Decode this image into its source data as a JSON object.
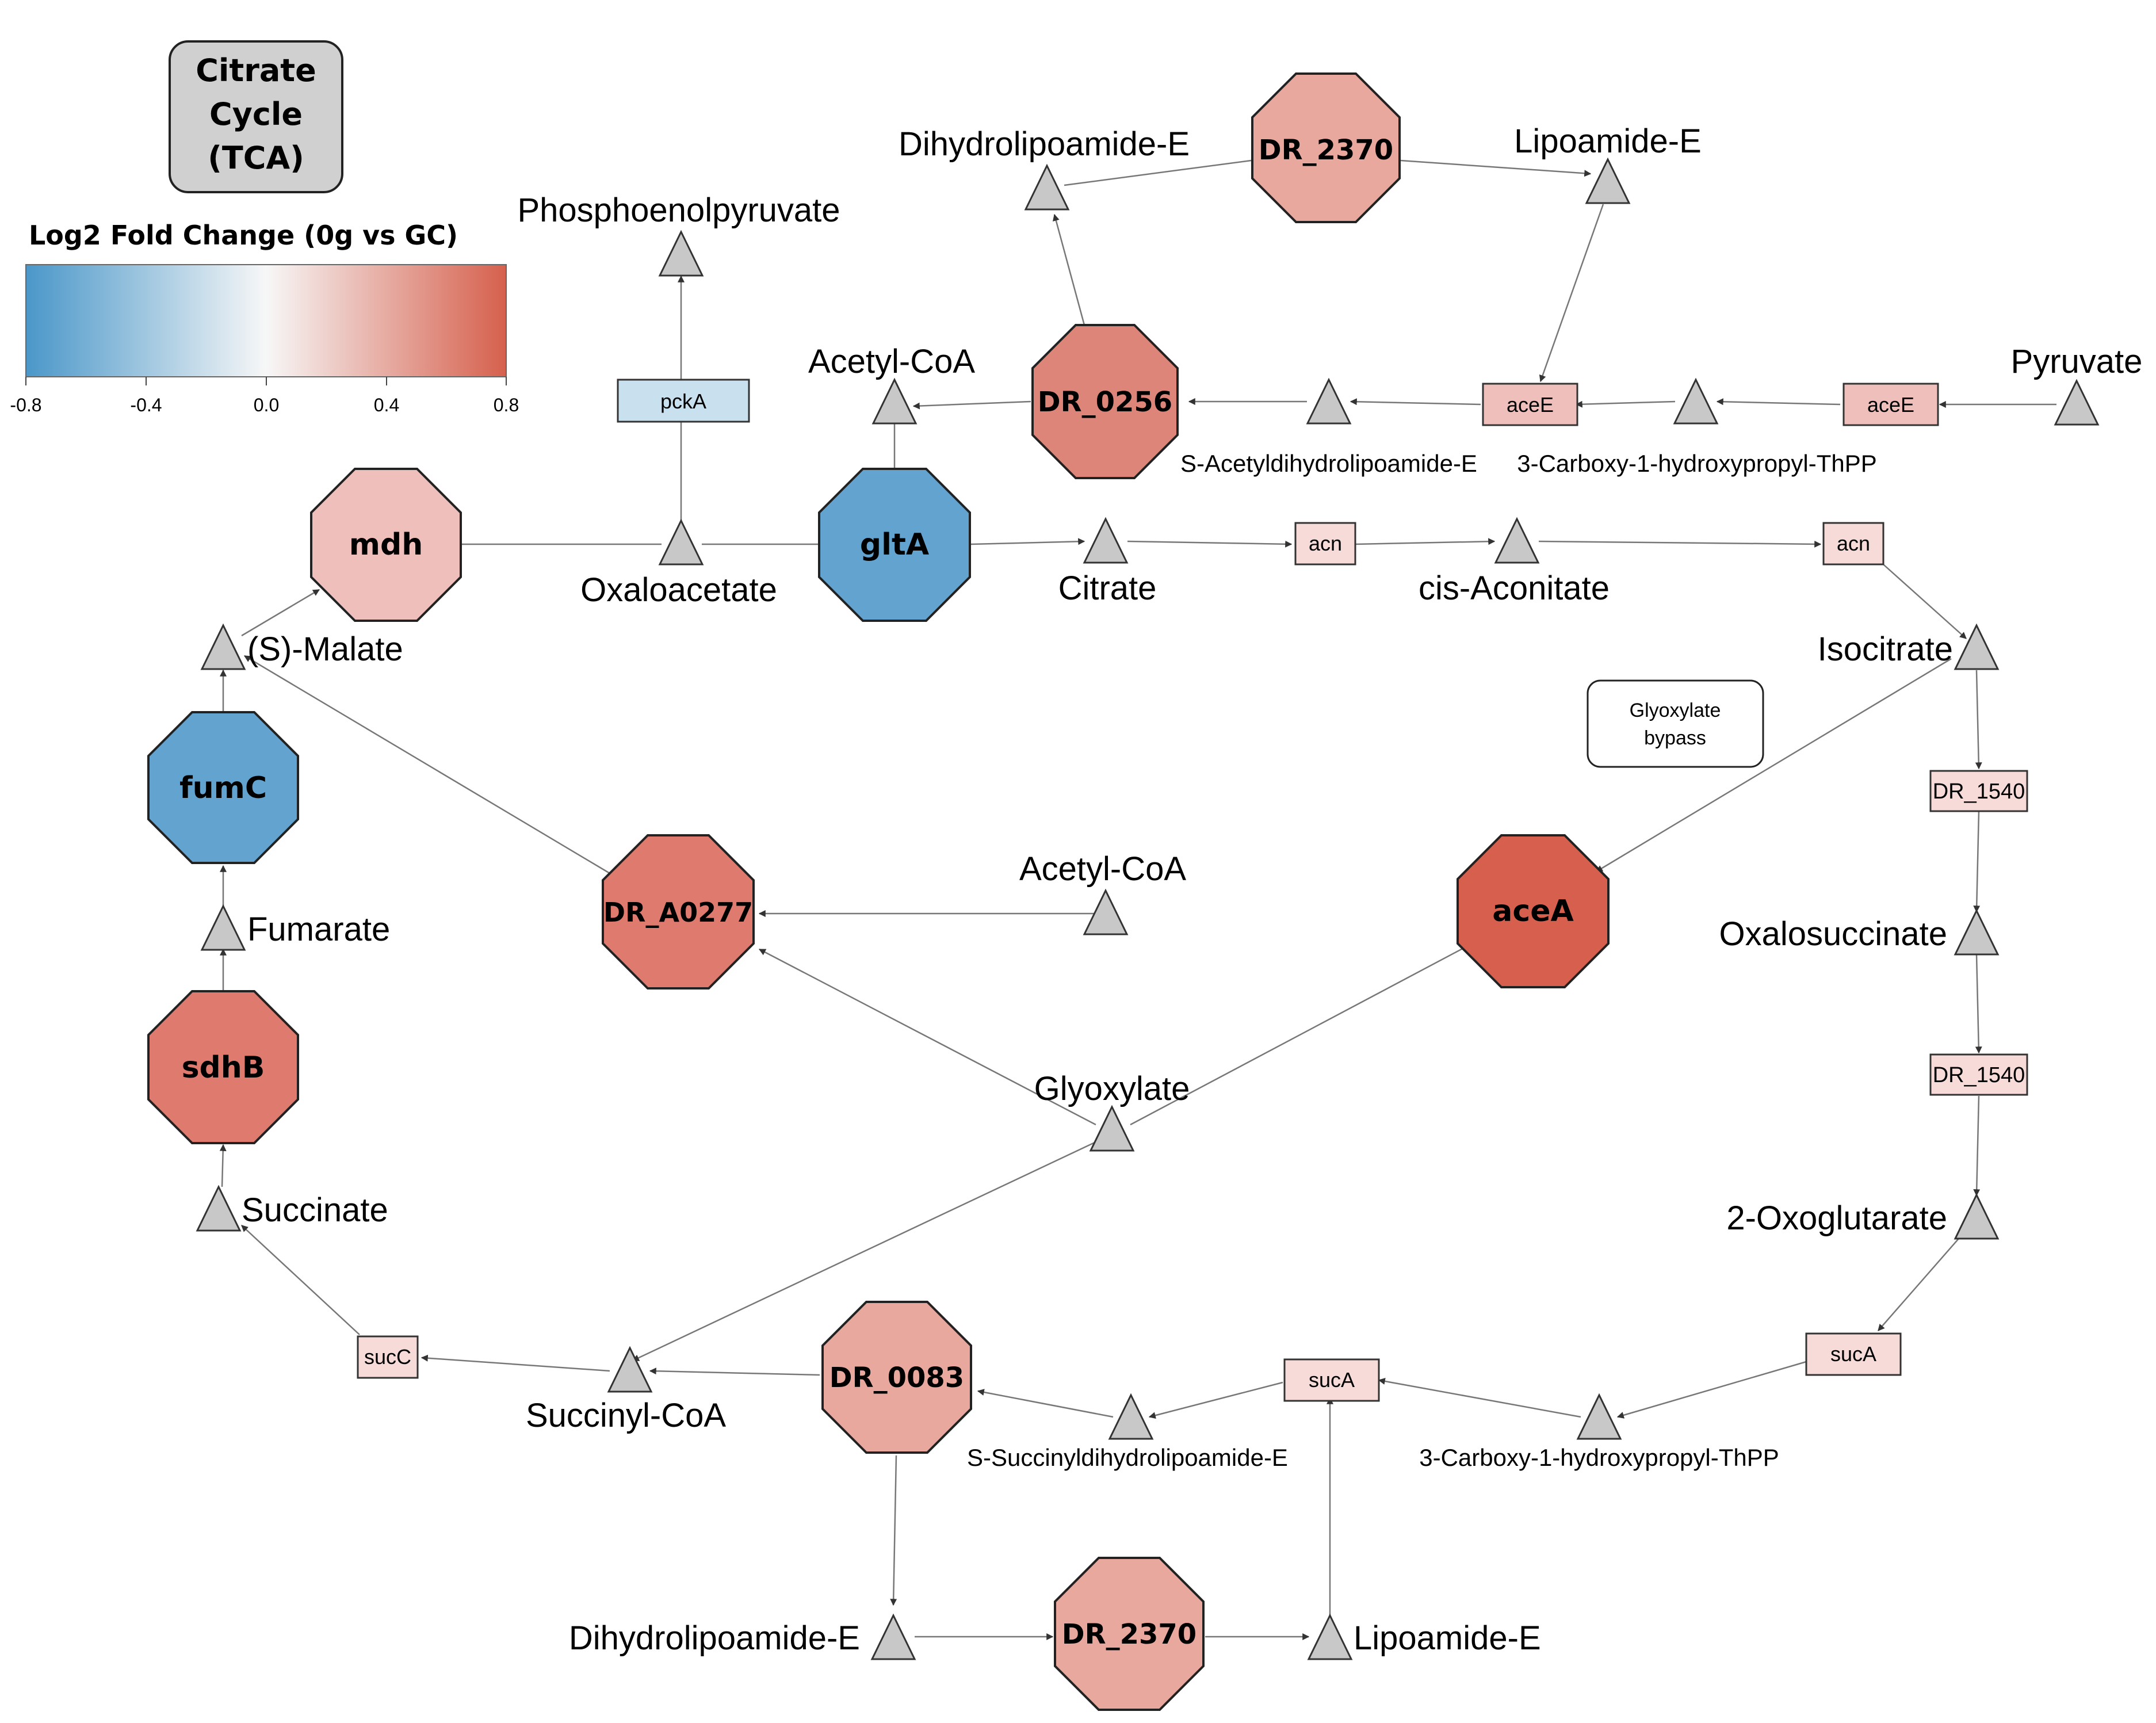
{
  "title": {
    "lines": [
      "Citrate",
      "Cycle",
      "(TCA)"
    ]
  },
  "legend": {
    "title": "Log2 Fold Change (0g vs GC)",
    "ticks": [
      "-0.8",
      "-0.4",
      "0.0",
      "0.4",
      "0.8"
    ],
    "colors": {
      "low": "#4a97c9",
      "mid": "#f7f7f7",
      "high": "#d6604d"
    }
  },
  "note": {
    "lines": [
      "Glyoxylate",
      "bypass"
    ]
  },
  "genes": {
    "dr2370_top": {
      "label": "DR_2370",
      "color": "#e8a89e"
    },
    "dr0256": {
      "label": "DR_0256",
      "color": "#de857a"
    },
    "mdh": {
      "label": "mdh",
      "color": "#efc0bb"
    },
    "glta": {
      "label": "gltA",
      "color": "#62a3cf"
    },
    "fumc": {
      "label": "fumC",
      "color": "#62a3cf"
    },
    "dra0277": {
      "label": "DR_A0277",
      "color": "#df7b6e"
    },
    "acea": {
      "label": "aceA",
      "color": "#d6604d"
    },
    "sdhb": {
      "label": "sdhB",
      "color": "#df7b6e"
    },
    "dr0083": {
      "label": "DR_0083",
      "color": "#e8a89e"
    },
    "dr2370_bottom": {
      "label": "DR_2370",
      "color": "#e8a89e"
    }
  },
  "enzymes": {
    "pcka": {
      "label": "pckA",
      "color": "#c9e0ee"
    },
    "acee_left": {
      "label": "aceE",
      "color": "#efc0bb"
    },
    "acee_right": {
      "label": "aceE",
      "color": "#efc0bb"
    },
    "acn_left": {
      "label": "acn",
      "color": "#f6dbd8"
    },
    "acn_right": {
      "label": "acn",
      "color": "#f6dbd8"
    },
    "dr1540_top": {
      "label": "DR_1540",
      "color": "#f6dbd8"
    },
    "dr1540_bottom": {
      "label": "DR_1540",
      "color": "#f6dbd8"
    },
    "suca_right": {
      "label": "sucA",
      "color": "#f6dbd8"
    },
    "suca_left": {
      "label": "sucA",
      "color": "#f6dbd8"
    },
    "succ": {
      "label": "sucC",
      "color": "#f6dbd8"
    }
  },
  "metabolites": {
    "dihydrolipoamide_top": "Dihydrolipoamide-E",
    "lipoamide_top": "Lipoamide-E",
    "phosphoenolpyruvate": "Phosphoenolpyruvate",
    "acetylcoa_top": "Acetyl-CoA",
    "pyruvate": "Pyruvate",
    "s_acetyldihydrolipoamide": "S-Acetyldihydrolipoamide-E",
    "carboxy_top": "3-Carboxy-1-hydroxypropyl-ThPP",
    "oxaloacetate": "Oxaloacetate",
    "citrate": "Citrate",
    "cis_aconitate": "cis-Aconitate",
    "malate": "(S)-Malate",
    "isocitrate": "Isocitrate",
    "acetylcoa_mid": "Acetyl-CoA",
    "fumarate": "Fumarate",
    "oxalosuccinate": "Oxalosuccinate",
    "glyoxylate": "Glyoxylate",
    "succinate": "Succinate",
    "oxoglutarate": "2-Oxoglutarate",
    "succinylcoa": "Succinyl-CoA",
    "s_succinyldihydrolipoamide": "S-Succinyldihydrolipoamide-E",
    "carboxy_bottom": "3-Carboxy-1-hydroxypropyl-ThPP",
    "dihydrolipoamide_bottom": "Dihydrolipoamide-E",
    "lipoamide_bottom": "Lipoamide-E"
  }
}
